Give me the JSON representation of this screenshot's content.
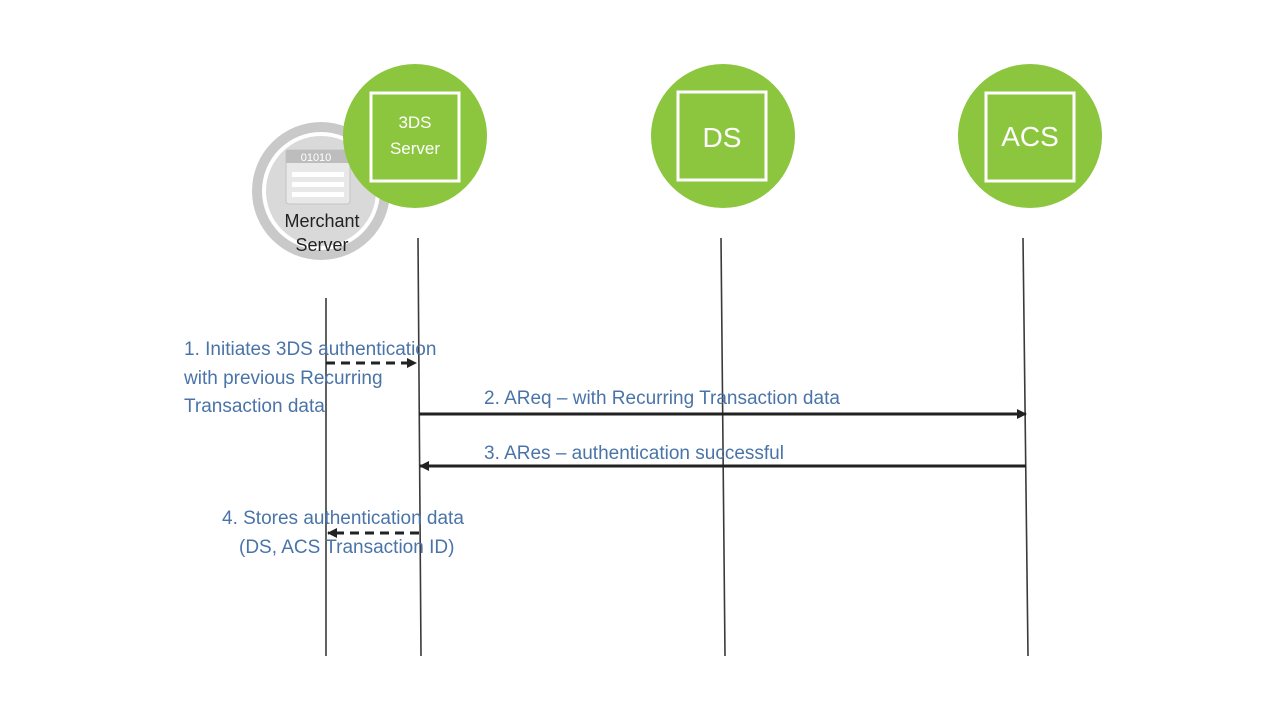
{
  "colors": {
    "participant_fill": "#8cc63f",
    "participant_box": "#ffffff",
    "merchant_ring": "#c9c9c9",
    "message_text": "#4a74a8",
    "arrow": "#222222",
    "lifeline": "#3a3a3a"
  },
  "participants": {
    "merchant": {
      "label_line1": "Merchant",
      "label_line2": "Server",
      "badge_text": "01010",
      "icon": "server-icon"
    },
    "threeds": {
      "label_line1": "3DS",
      "label_line2": "Server"
    },
    "ds": {
      "label": "DS"
    },
    "acs": {
      "label": "ACS"
    }
  },
  "messages": {
    "m1": {
      "line1": "1. Initiates 3DS authentication",
      "line2": "with previous Recurring",
      "line3": "Transaction data",
      "style": "dashed"
    },
    "m2": {
      "text": "2. AReq – with Recurring Transaction data",
      "style": "solid"
    },
    "m3": {
      "text": "3. ARes – authentication successful",
      "style": "solid"
    },
    "m4": {
      "line1": "4. Stores authentication data",
      "line2": "(DS, ACS Transaction ID)",
      "style": "dashed"
    }
  }
}
